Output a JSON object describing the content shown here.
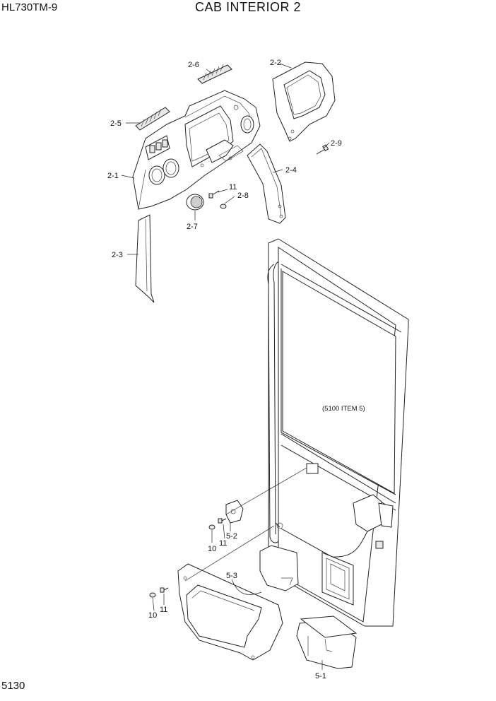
{
  "header": {
    "model": "HL730TM-9",
    "title": "CAB INTERIOR 2"
  },
  "footer": {
    "page_number": "5130"
  },
  "note": "(5100 ITEM 5)",
  "callouts": [
    {
      "id": "c-2-6",
      "label": "2-6"
    },
    {
      "id": "c-2-2",
      "label": "2-2"
    },
    {
      "id": "c-2-5",
      "label": "2-5"
    },
    {
      "id": "c-2-9",
      "label": "2-9"
    },
    {
      "id": "c-2-4",
      "label": "2-4"
    },
    {
      "id": "c-2-1",
      "label": "2-1"
    },
    {
      "id": "c-11a",
      "label": "11"
    },
    {
      "id": "c-2-8",
      "label": "2-8"
    },
    {
      "id": "c-2-7",
      "label": "2-7"
    },
    {
      "id": "c-2-3",
      "label": "2-3"
    },
    {
      "id": "c-5-2",
      "label": "5-2"
    },
    {
      "id": "c-10a",
      "label": "10"
    },
    {
      "id": "c-11b",
      "label": "11"
    },
    {
      "id": "c-5-3",
      "label": "5-3"
    },
    {
      "id": "c-11c",
      "label": "11"
    },
    {
      "id": "c-10b",
      "label": "10"
    },
    {
      "id": "c-5-1",
      "label": "5-1"
    }
  ]
}
